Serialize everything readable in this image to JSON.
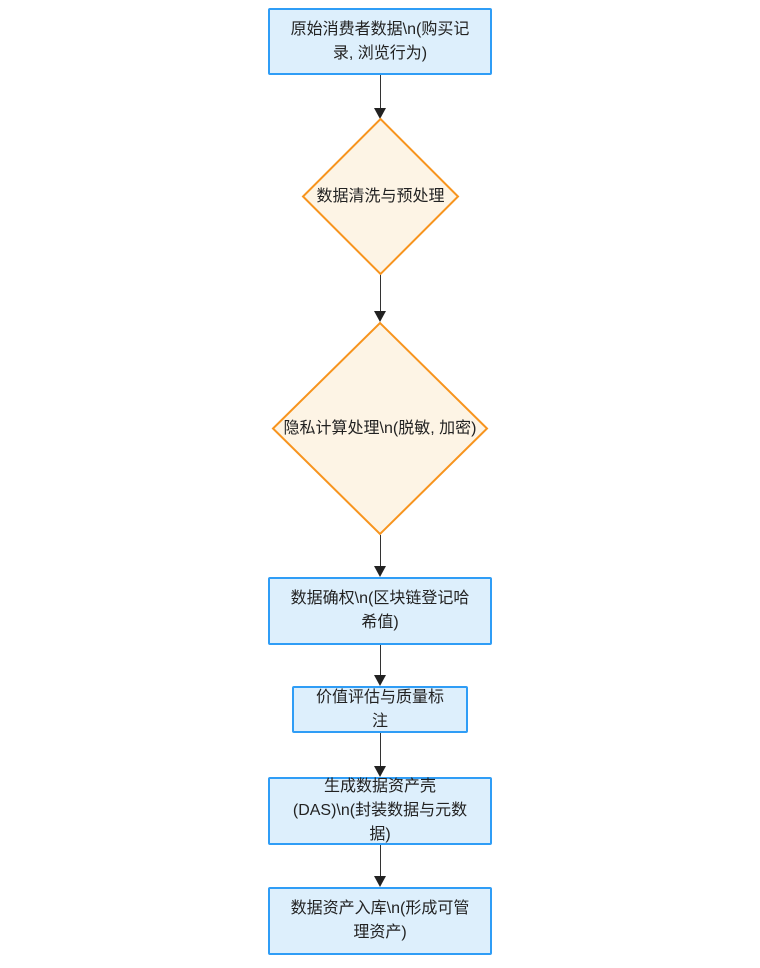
{
  "diagram": {
    "type": "flowchart",
    "direction": "top-down",
    "colors": {
      "canvas_bg": "#ffffff",
      "rect_fill": "#ddeffc",
      "rect_border": "#2f9df6",
      "diamond_fill": "#fdf4e5",
      "diamond_border": "#f7941e",
      "edge_line": "#333333",
      "arrowhead": "#222222",
      "label_text": "#222222"
    },
    "nodes": [
      {
        "id": "raw-consumer-data",
        "shape": "rectangle",
        "label": "原始消费者数据\\n(购买记录, 浏览行为)"
      },
      {
        "id": "data-cleaning",
        "shape": "diamond",
        "label": "数据清洗与预处理"
      },
      {
        "id": "privacy-computing",
        "shape": "diamond",
        "label": "隐私计算处理\\n(脱敏, 加密)"
      },
      {
        "id": "data-rights-confirmation",
        "shape": "rectangle",
        "label": "数据确权\\n(区块链登记哈希值)"
      },
      {
        "id": "value-assessment",
        "shape": "rectangle",
        "label": "价值评估与质量标注"
      },
      {
        "id": "generate-das",
        "shape": "rectangle",
        "label": "生成数据资产壳(DAS)\\n(封装数据与元数据)"
      },
      {
        "id": "asset-warehousing",
        "shape": "rectangle",
        "label": "数据资产入库\\n(形成可管理资产)"
      }
    ],
    "edges": [
      {
        "from": "raw-consumer-data",
        "to": "data-cleaning"
      },
      {
        "from": "data-cleaning",
        "to": "privacy-computing"
      },
      {
        "from": "privacy-computing",
        "to": "data-rights-confirmation"
      },
      {
        "from": "data-rights-confirmation",
        "to": "value-assessment"
      },
      {
        "from": "value-assessment",
        "to": "generate-das"
      },
      {
        "from": "generate-das",
        "to": "asset-warehousing"
      }
    ]
  }
}
